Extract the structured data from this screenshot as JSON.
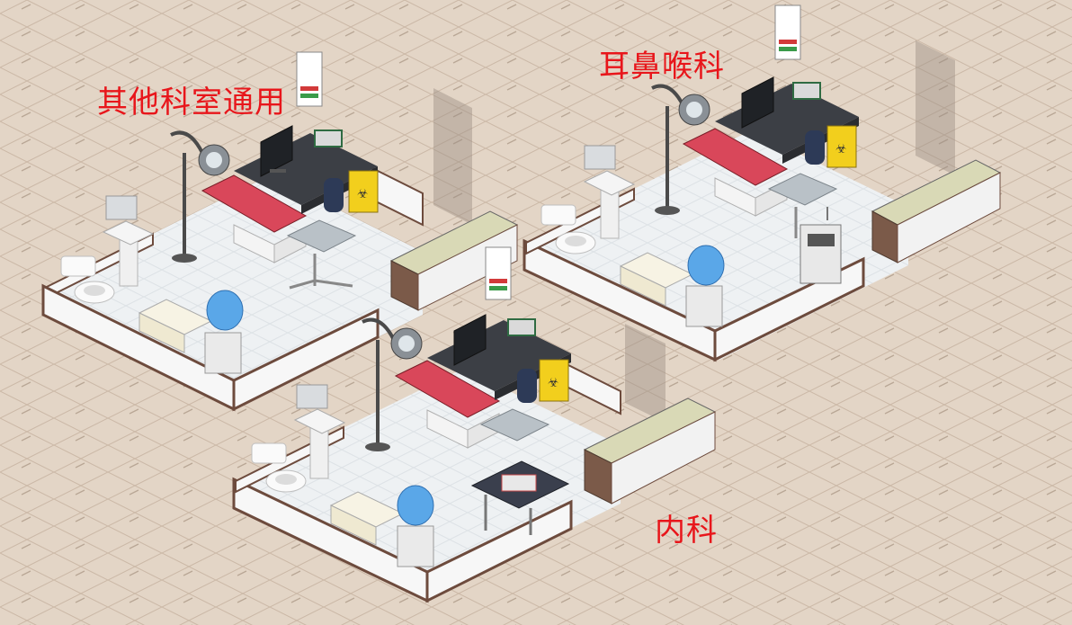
{
  "scene": {
    "labels": {
      "general": "其他科室通用",
      "ent": "耳鼻喉科",
      "internal": "内科"
    }
  },
  "colors": {
    "floor": "#e3d5c6",
    "floor_tile_line": "#cbb8a6",
    "label_red": "#e8161b",
    "room_floor": "#eef1f3",
    "wall_white": "#f7f7f7",
    "wall_trim": "#6d4b3d",
    "bed_red": "#d9475a",
    "desk_dark": "#3c3f45",
    "sofa_fabric": "#d9d9b6",
    "sofa_wood": "#7b5a49",
    "water_blue": "#5aa7e8",
    "hazard_yellow": "#f2cf1d"
  },
  "rooms": [
    {
      "id": "general",
      "furniture": [
        "toilet-icon",
        "sink-icon",
        "hand-dryer-icon",
        "exam-lamp-icon",
        "exam-bed-icon",
        "desk-icon",
        "monitor-icon",
        "office-chair-icon",
        "biohazard-bin-icon",
        "eye-chart-icon",
        "instrument-cart-icon",
        "sofa-icon",
        "water-dispenser-icon",
        "cabinet-icon",
        "partition-icon"
      ]
    },
    {
      "id": "ent",
      "furniture": [
        "toilet-icon",
        "sink-icon",
        "hand-dryer-icon",
        "exam-lamp-icon",
        "exam-bed-icon",
        "desk-icon",
        "monitor-icon",
        "office-chair-icon",
        "biohazard-bin-icon",
        "eye-chart-icon",
        "instrument-cart-icon",
        "ent-unit-icon",
        "sofa-icon",
        "water-dispenser-icon",
        "cabinet-icon",
        "partition-icon"
      ]
    },
    {
      "id": "internal",
      "furniture": [
        "toilet-icon",
        "sink-icon",
        "hand-dryer-icon",
        "exam-lamp-icon",
        "exam-bed-icon",
        "desk-icon",
        "monitor-icon",
        "office-chair-icon",
        "biohazard-bin-icon",
        "instrument-cart-icon",
        "side-table-icon",
        "sofa-icon",
        "water-dispenser-icon",
        "cabinet-icon",
        "partition-icon"
      ]
    }
  ]
}
